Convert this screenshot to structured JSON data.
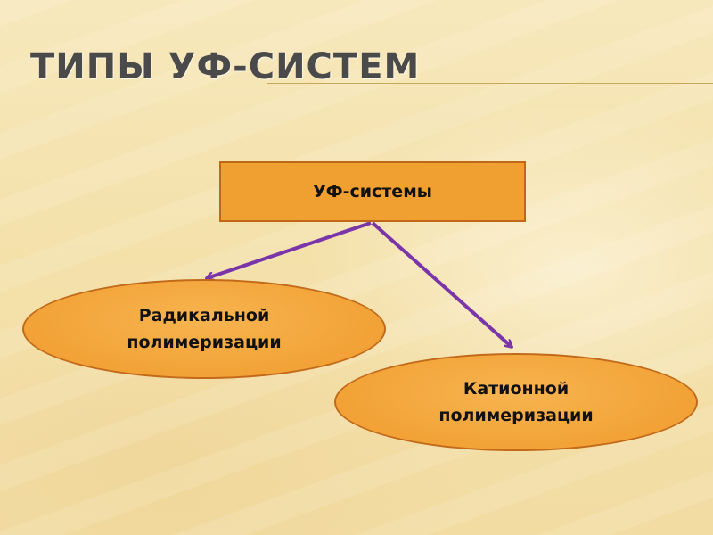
{
  "slide": {
    "title": "ТИПЫ УФ-СИСТЕМ"
  },
  "diagram": {
    "root": {
      "label": "УФ-системы"
    },
    "children": [
      {
        "label_line1": "Радикальной",
        "label_line2": "полимеризации"
      },
      {
        "label_line1": "Катионной",
        "label_line2": "полимеризации"
      }
    ]
  },
  "colors": {
    "node_fill": "#f0a030",
    "node_border": "#c06818",
    "arrow": "#7a35a8"
  }
}
